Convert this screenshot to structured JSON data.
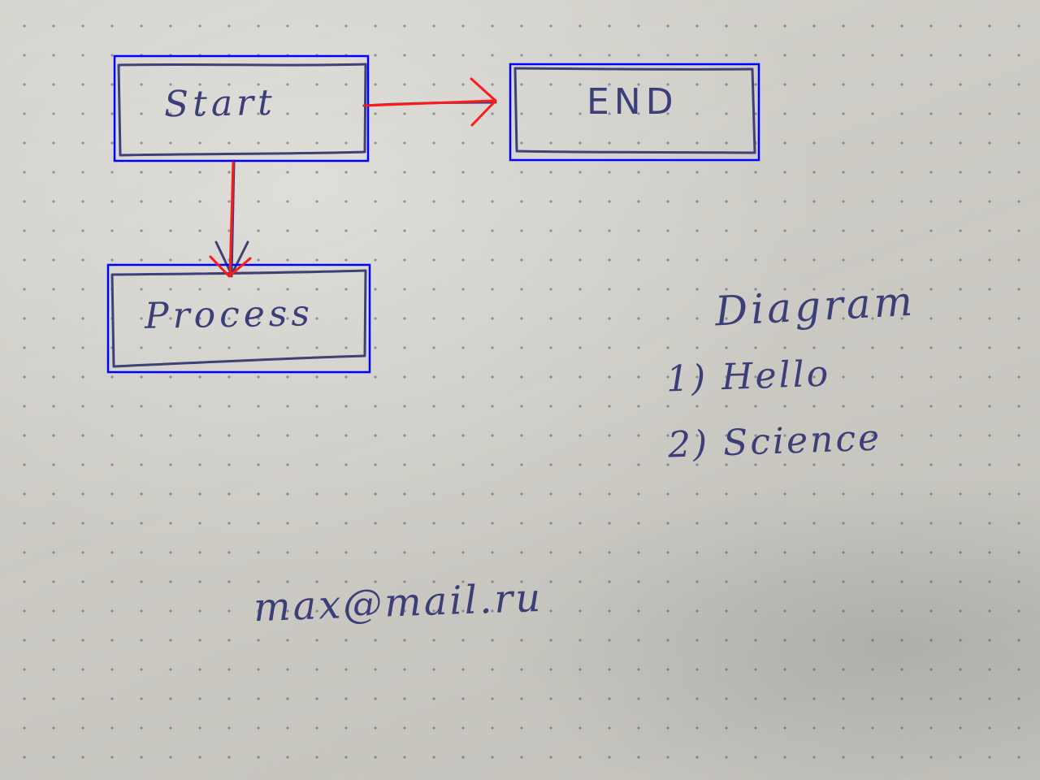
{
  "diagram": {
    "nodes": [
      {
        "id": "start",
        "label": "Start"
      },
      {
        "id": "end",
        "label": "END"
      },
      {
        "id": "process",
        "label": "Process"
      }
    ],
    "edges": [
      {
        "from": "start",
        "to": "end"
      },
      {
        "from": "start",
        "to": "process"
      }
    ]
  },
  "notes": {
    "title": "Diagram",
    "items": [
      "1) Hello",
      "2) Science"
    ]
  },
  "email": "max@mail.ru",
  "colors": {
    "ink": "#3e4076",
    "box_outline": "#0000ff",
    "arrow": "#ff1a1a",
    "paper": "#cfcdc6"
  }
}
